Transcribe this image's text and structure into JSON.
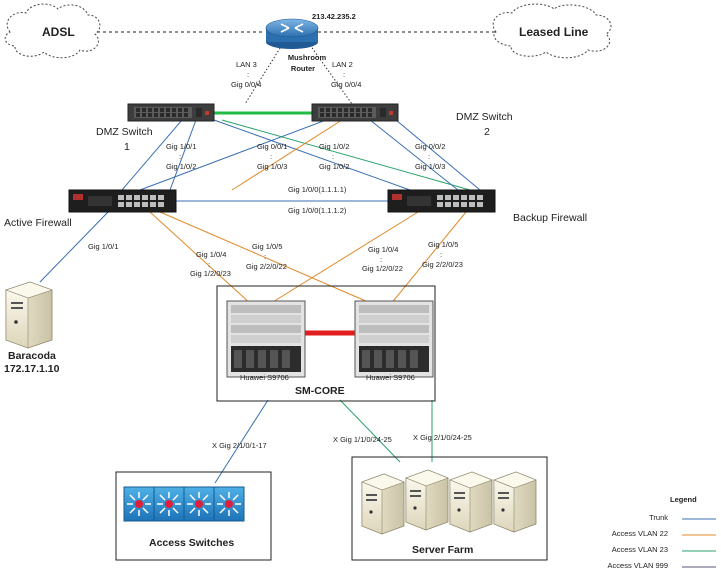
{
  "clouds": {
    "adsl": "ADSL",
    "leased": "Leased Line"
  },
  "router": {
    "name_line1": "Mushroom",
    "name_line2": "Router",
    "ip": "213.42.235.2"
  },
  "ports": {
    "lan3": "LAN 3",
    "lan2": "LAN 2",
    "dot": ":",
    "r_g004_left": "Gig 0/0/4",
    "r_g004_right": "Gig 0/0/4",
    "s1_g101": "Gig 1/0/1",
    "s1_g102": "Gig 1/0/2",
    "s1_g001": "Gig 0/0/1",
    "s1_g103": "Gig 1/0/3",
    "s2_g102a": "Gig 1/0/2",
    "s2_g102b": "Gig 1/0/2",
    "s2_g002": "Gig 0/0/2",
    "s2_g103": "Gig 1/0/3",
    "fw_link_top": "Gig 1/0/0(1.1.1.1)",
    "fw_link_bottom": "Gig 1/0/0(1.1.1.2)",
    "afw_g101": "Gig 1/0/1",
    "afw_g104": "Gig 1/0/4",
    "afw_g1223": "Gig 1/2/0/23",
    "afw_g105": "Gig 1/0/5",
    "afw_g2222": "Gig 2/2/0/22",
    "bfw_g104": "Gig 1/0/4",
    "bfw_g1222": "Gig 1/2/0/22",
    "bfw_g105": "Gig 1/0/5",
    "bfw_g2223": "Gig 2/2/0/23",
    "core_access": "X Gig 2/1/0/1-17",
    "core_srv1": "X Gig 1/1/0/24-25",
    "core_srv2": "X Gig 2/1/0/24-25"
  },
  "devices": {
    "dmz1_line1": "DMZ Switch",
    "dmz1_line2": "1",
    "dmz2_line1": "DMZ Switch",
    "dmz2_line2": "2",
    "active_fw": "Active Firewall",
    "backup_fw": "Backup Firewall",
    "baracoda_name": "Baracoda",
    "baracoda_ip": "172.17.1.10",
    "core_left": "Huawei S9706",
    "core_right": "Huawei S9706",
    "core_group": "SM-CORE",
    "access_switches": "Access Switches",
    "server_farm": "Server Farm"
  },
  "legend": {
    "title": "Legend",
    "items": [
      {
        "label": "Trunk",
        "color": "#3a6fb0"
      },
      {
        "label": "Access VLAN 22",
        "color": "#e08a2a"
      },
      {
        "label": "Access VLAN 23",
        "color": "#2aa36b"
      },
      {
        "label": "Access VLAN 999",
        "color": "#555577"
      }
    ]
  },
  "colors": {
    "trunk": "#3a6fb0",
    "vlan22": "#e08a2a",
    "vlan23": "#2aa36b",
    "vlan999": "#555577",
    "heartbeat": "#e01e1e",
    "switch_link": "#22bb44"
  },
  "icons": [
    "cloud-icon",
    "router-icon",
    "switch-icon",
    "firewall-icon",
    "server-icon",
    "core-switch-icon",
    "access-switch-icon"
  ]
}
